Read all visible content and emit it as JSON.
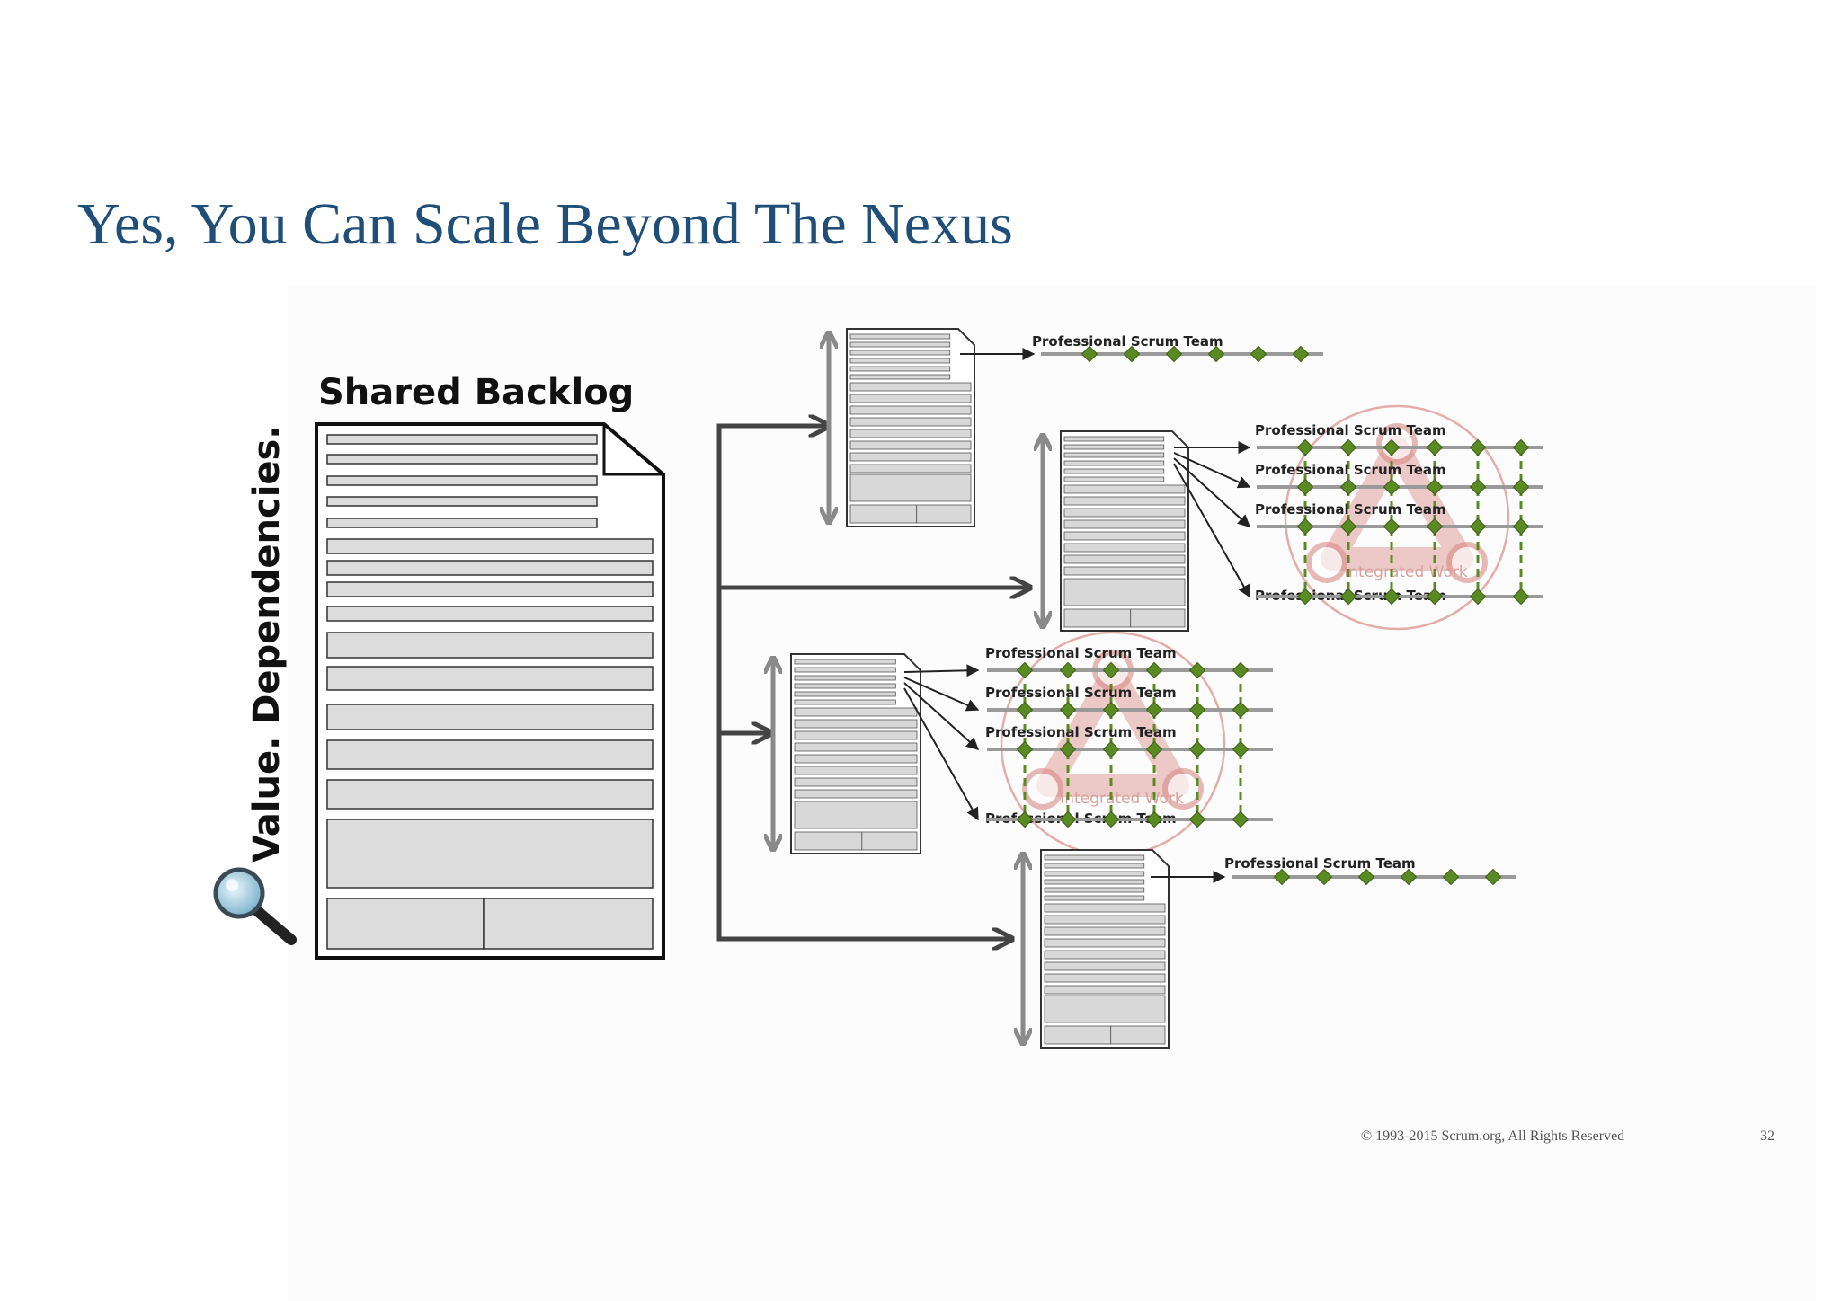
{
  "slide": {
    "title": "Yes, You Can Scale Beyond The Nexus",
    "copyright": "© 1993-2015 Scrum.org, All Rights Reserved",
    "page_number": "32"
  },
  "diagram": {
    "shared_backlog_label": "Shared Backlog",
    "side_caption": "Value. Dependencies.",
    "team_label": "Professional Scrum Team",
    "integrated_work_label": "Integrated Work",
    "magnifier_icon": "magnifier-icon",
    "colors": {
      "title": "#1f4e79",
      "team_line": "#9a9a9a",
      "milestone": "#5a8a22",
      "nexus_circle": "#d98b86",
      "arrow": "#444444"
    }
  }
}
